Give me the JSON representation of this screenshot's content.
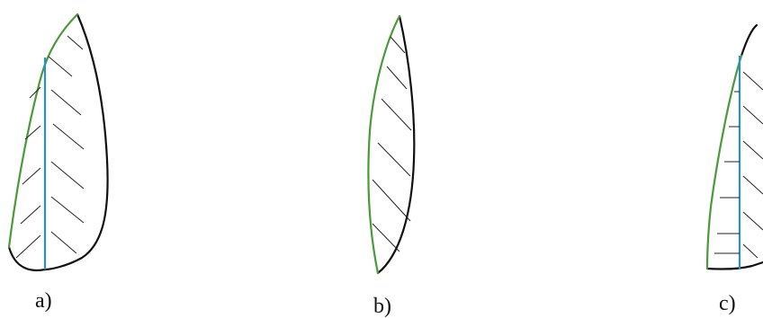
{
  "figure": {
    "panels": [
      {
        "label": "a)"
      },
      {
        "label": "b)"
      },
      {
        "label": "c)"
      }
    ]
  },
  "colors": {
    "outline": "#111111",
    "edge": "#4a9a3a",
    "midrib": "#2a8fd0",
    "hatch": "#222222"
  }
}
